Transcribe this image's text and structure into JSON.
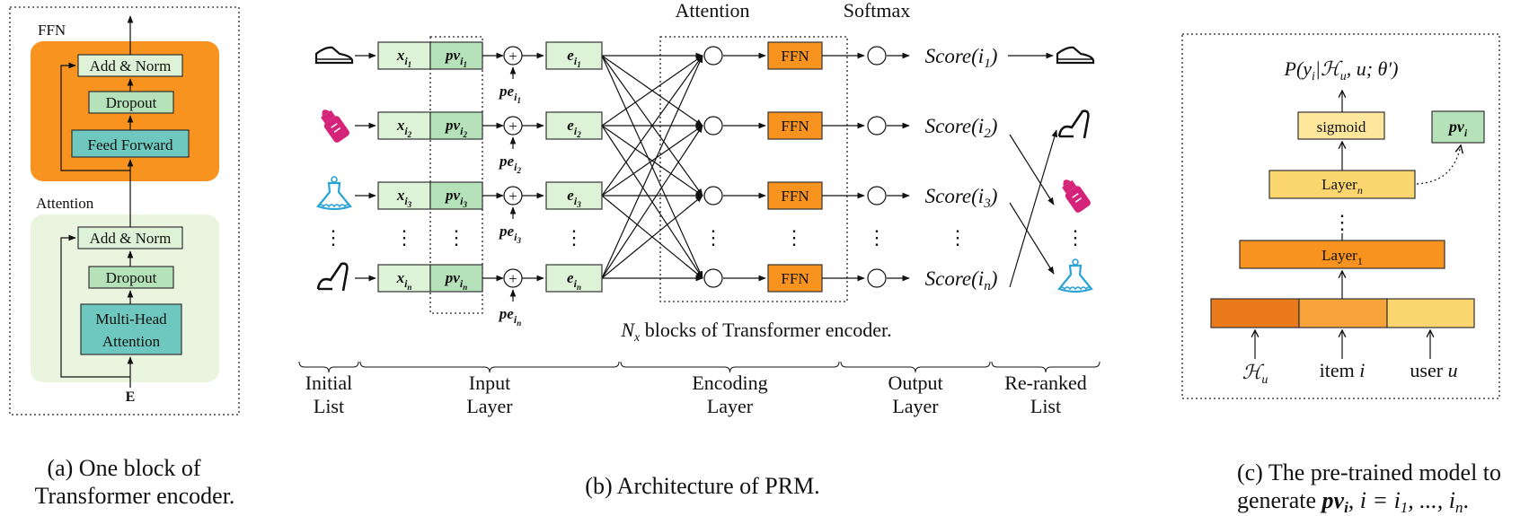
{
  "panel_a": {
    "ffn_label": "FFN",
    "attention_label": "Attention",
    "add_norm_top": "Add & Norm",
    "dropout_top": "Dropout",
    "feed_forward": "Feed Forward",
    "add_norm_bottom": "Add & Norm",
    "dropout_bottom": "Dropout",
    "mha_line1": "Multi-Head",
    "mha_line2": "Attention",
    "input": "E",
    "caption_line1": "(a) One block of",
    "caption_line2": "Transformer encoder."
  },
  "panel_b": {
    "attention_title": "Attention",
    "softmax_title": "Softmax",
    "rows": [
      {
        "x_sub": "1",
        "pv_sub": "1",
        "pe_sub": "1",
        "e_sub": "1",
        "score_sub": "1",
        "in_icon": "shoe-icon",
        "out_icon": "shoe-icon"
      },
      {
        "x_sub": "2",
        "pv_sub": "2",
        "pe_sub": "2",
        "e_sub": "2",
        "score_sub": "2",
        "in_icon": "bottle-icon",
        "out_icon": "heel-icon"
      },
      {
        "x_sub": "3",
        "pv_sub": "3",
        "pe_sub": "3",
        "e_sub": "3",
        "score_sub": "3",
        "in_icon": "dress-icon",
        "out_icon": "bottle-icon"
      },
      {
        "x_sub": "n",
        "pv_sub": "n",
        "pe_sub": "n",
        "e_sub": "n",
        "score_sub": "n",
        "in_icon": "heel-icon",
        "out_icon": "dress-icon"
      }
    ],
    "x_symbol": "x",
    "pv_symbol": "pv",
    "pe_symbol": "pe",
    "e_symbol": "e",
    "i_symbol": "i",
    "score_word": "Score",
    "ffn_label": "FFN",
    "plus": "+",
    "vdots": "⋮",
    "nx_symbol": "N",
    "nx_sub": "x",
    "nx_text": " blocks of Transformer encoder.",
    "sections": [
      {
        "line1": "Initial",
        "line2": "List"
      },
      {
        "line1": "Input",
        "line2": "Layer"
      },
      {
        "line1": "Encoding",
        "line2": "Layer"
      },
      {
        "line1": "Output",
        "line2": "Layer"
      },
      {
        "line1": "Re-ranked",
        "line2": "List"
      }
    ],
    "caption": "(b) Architecture of PRM.",
    "colors": {
      "bottle": "#d6237a",
      "dress": "#2aa3d6",
      "ffn": "#f7931e"
    }
  },
  "panel_c": {
    "prob_prefix": "P(y",
    "prob_sub": "i",
    "prob_mid": "|ℋ",
    "prob_sub2": "u",
    "prob_suffix": ", u; θ′)",
    "sigmoid": "sigmoid",
    "pv_symbol": "pv",
    "pv_sub": "i",
    "layer_word": "Layer",
    "layer_top_sub": "n",
    "layer_bottom_sub": "1",
    "vdots": "⋮",
    "input_h": "ℋ",
    "input_h_sub": "u",
    "input_item": "item ",
    "input_item_var": "i",
    "input_user": "user ",
    "input_user_var": "u",
    "caption_line1": "(c) The pre-trained model to",
    "caption_line2_a": "generate ",
    "caption_line2_pv": "pv",
    "caption_line2_pvsub": "i",
    "caption_line2_b": ", i = i",
    "caption_line2_sub1": "1",
    "caption_line2_c": ", ..., i",
    "caption_line2_subn": "n",
    "caption_line2_d": "."
  }
}
